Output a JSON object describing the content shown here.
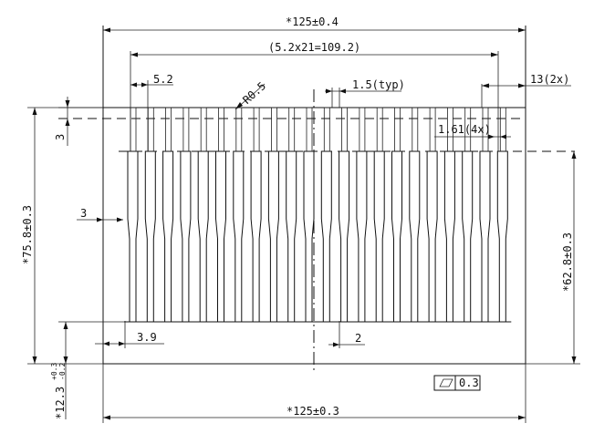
{
  "dimensions": {
    "overall_width_top": "*125±0.4",
    "pitch_span": "(5.2x21=109.2)",
    "edge_offset": "5.2",
    "corner_radius": "R0.5",
    "lead_width_typ": "1.5(typ)",
    "end_tab": "13(2x)",
    "tab_width": "1.61(4x)",
    "top_band": "3",
    "side_margin": "3",
    "overall_height": "*75.8±0.3",
    "lead_height": "*62.8±0.3",
    "bottom_height": "*12.3",
    "bottom_height_tol_upper": "+0.3",
    "bottom_height_tol_lower": "-0.2",
    "left_offset": "3.9",
    "center_gap": "2",
    "overall_width_bottom": "*125±0.3",
    "flatness_value": "0.3"
  },
  "symbols": {
    "flatness": "flatness-symbol"
  }
}
